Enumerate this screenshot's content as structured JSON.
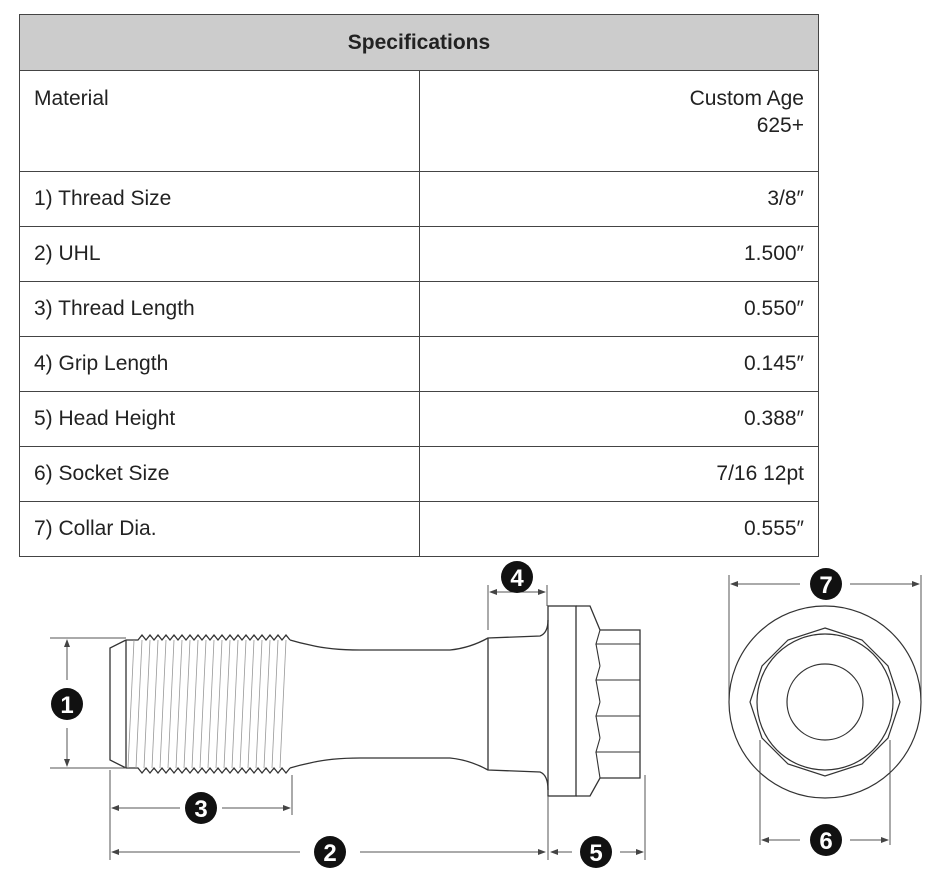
{
  "table": {
    "title": "Specifications",
    "rows": [
      {
        "label": "Material",
        "value_line1": "Custom Age",
        "value_line2": "625+"
      },
      {
        "label": "1) Thread Size",
        "value": "3/8″"
      },
      {
        "label": "2) UHL",
        "value": "1.500″"
      },
      {
        "label": "3) Thread Length",
        "value": "0.550″"
      },
      {
        "label": "4) Grip Length",
        "value": "0.145″"
      },
      {
        "label": "5) Head Height",
        "value": "0.388″"
      },
      {
        "label": "6) Socket Size",
        "value": "7/16 12pt"
      },
      {
        "label": "7) Collar Dia.",
        "value": "0.555″"
      }
    ]
  },
  "diagram": {
    "callouts": [
      "1",
      "2",
      "3",
      "4",
      "5",
      "6",
      "7"
    ]
  }
}
